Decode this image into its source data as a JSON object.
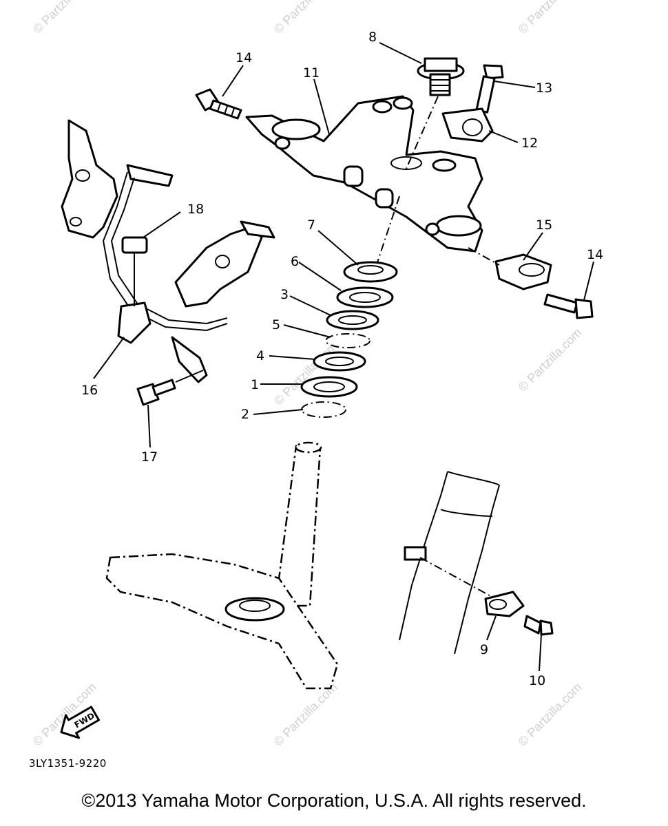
{
  "watermark_text": "© Partzilla.com",
  "diagram": {
    "code": "3LY1351-9220",
    "fwd_label": "FWD",
    "callouts": {
      "p1": "1",
      "p2": "2",
      "p3": "3",
      "p4": "4",
      "p5": "5",
      "p6": "6",
      "p7": "7",
      "p8": "8",
      "p9": "9",
      "p10": "10",
      "p11": "11",
      "p12": "12",
      "p13": "13",
      "p14a": "14",
      "p14b": "14",
      "p15": "15",
      "p16": "16",
      "p17": "17",
      "p18": "18"
    }
  },
  "copyright": "©2013 Yamaha Motor Corporation, U.S.A. All rights reserved."
}
